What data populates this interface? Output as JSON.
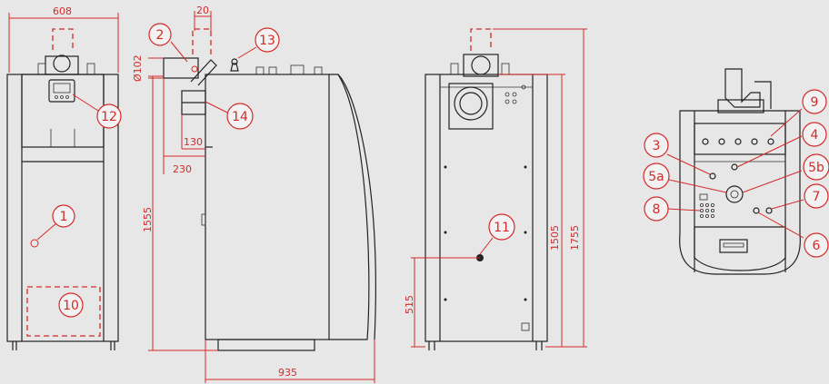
{
  "dimensions": {
    "width_front": "608",
    "flue_offset": "20",
    "flue_diameter": "Ø102",
    "offset_130": "130",
    "offset_230": "230",
    "height_1555": "1555",
    "depth_935": "935",
    "height_1505": "1505",
    "height_1755": "1755",
    "height_515": "515"
  },
  "callouts": {
    "c1": "1",
    "c2": "2",
    "c3": "3",
    "c4": "4",
    "c5a": "5a",
    "c5b": "5b",
    "c6": "6",
    "c7": "7",
    "c8": "8",
    "c9": "9",
    "c10": "10",
    "c11": "11",
    "c12": "12",
    "c13": "13",
    "c14": "14"
  },
  "colors": {
    "accent": "#d42a2a",
    "line": "#222222",
    "background": "#e7e7e7"
  }
}
